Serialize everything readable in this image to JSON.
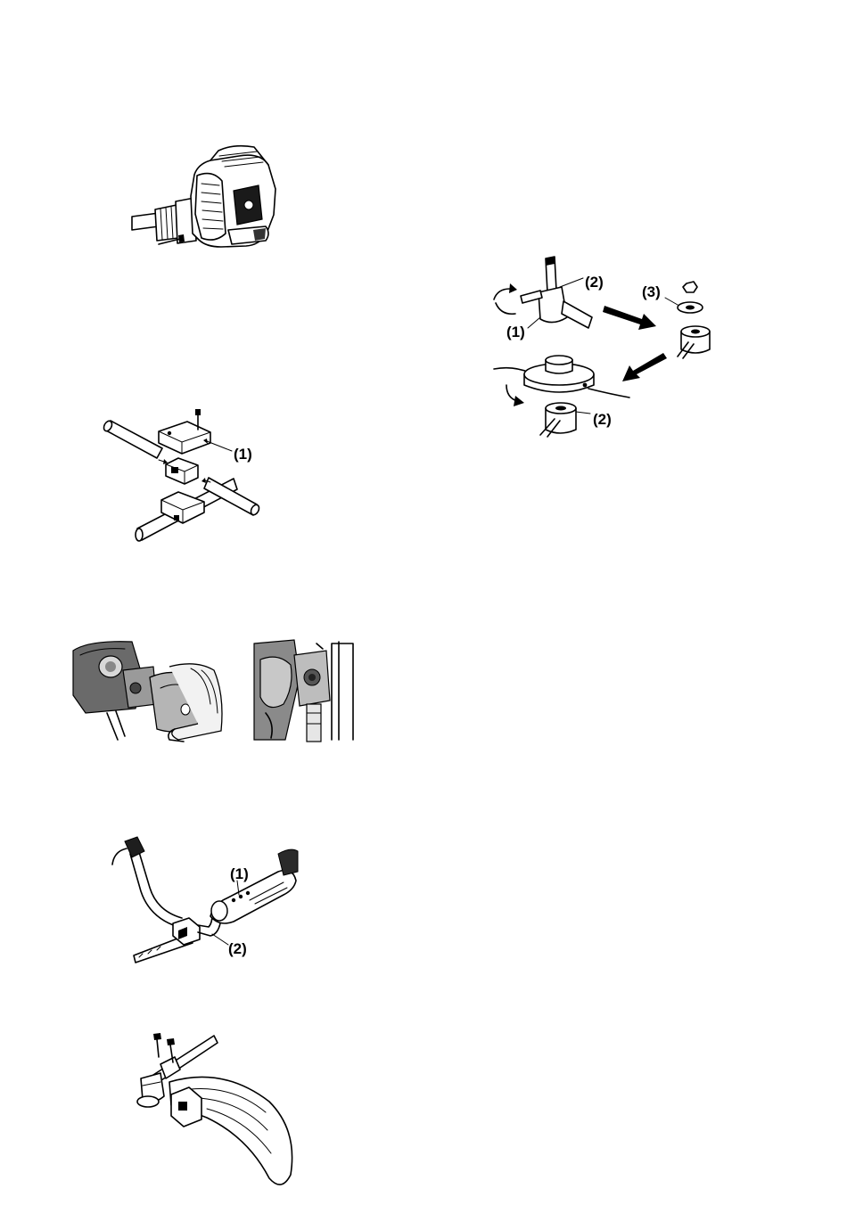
{
  "figures": {
    "handle_clamp": {
      "label_1": "(1)"
    },
    "handlebar": {
      "label_1": "(1)",
      "label_2": "(2)"
    },
    "trimmer_head": {
      "label_2_top": "(2)",
      "label_3": "(3)",
      "label_1": "(1)",
      "label_2_bottom": "(2)"
    }
  }
}
